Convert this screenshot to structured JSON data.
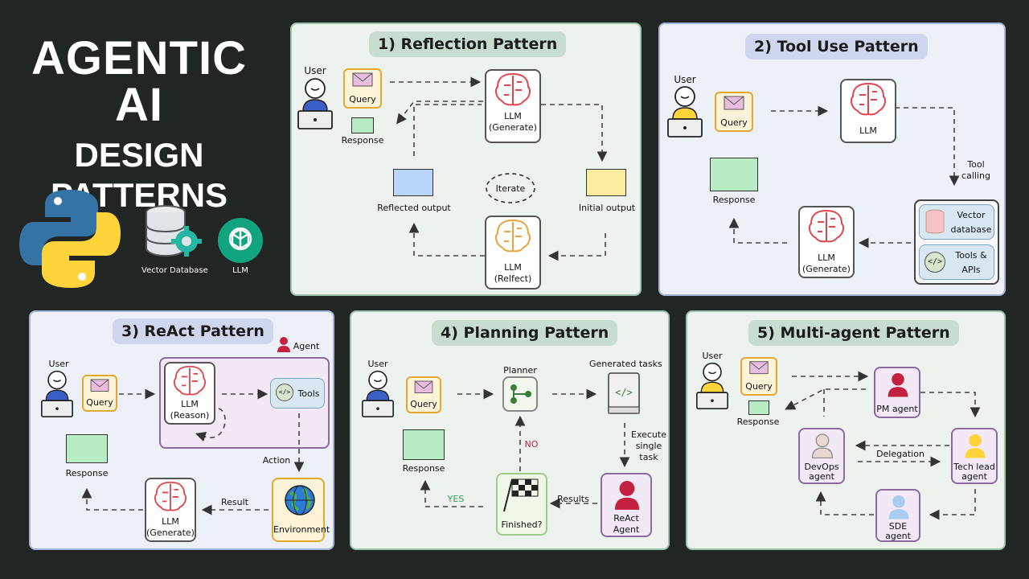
{
  "header": {
    "title_line1": "AGENTIC AI",
    "title_line2": "DESIGN",
    "title_line3": "PATTERNS"
  },
  "logos": {
    "vector_db_label": "Vector Database",
    "llm_label": "LLM"
  },
  "colors": {
    "background": "#212624",
    "llm_red": "#e0454b",
    "llm_orange": "#e8a33a",
    "query_border": "#e2a830",
    "agent_crimson": "#c2223f",
    "python_blue": "#3673a5",
    "python_yellow": "#ffd43b",
    "openai_green": "#12a37f"
  },
  "p1": {
    "title": "1) Reflection Pattern",
    "user": "User",
    "query": "Query",
    "response": "Response",
    "llm_gen": "LLM\n(Generate)",
    "llm_gen_a": "LLM",
    "llm_gen_b": "(Generate)",
    "iterate": "Iterate",
    "reflected_output": "Reflected output",
    "initial_output": "Initial output",
    "llm_ref_a": "LLM",
    "llm_ref_b": "(Relfect)"
  },
  "p2": {
    "title": "2) Tool Use Pattern",
    "user": "User",
    "query": "Query",
    "llm": "LLM",
    "tool_calling_a": "Tool",
    "tool_calling_b": "calling",
    "response": "Response",
    "llm_gen_a": "LLM",
    "llm_gen_b": "(Generate)",
    "vector_db_a": "Vector",
    "vector_db_b": "database",
    "tools_a": "Tools &",
    "tools_b": "APIs"
  },
  "p3": {
    "title": "3) ReAct Pattern",
    "agent": "Agent",
    "user": "User",
    "query": "Query",
    "llm_a": "LLM",
    "llm_b": "(Reason)",
    "tools": "Tools",
    "action": "Action",
    "response": "Response",
    "result": "Result",
    "llm_gen_a": "LLM",
    "llm_gen_b": "(Generate)",
    "environment": "Environment"
  },
  "p4": {
    "title": "4) Planning Pattern",
    "user": "User",
    "query": "Query",
    "planner": "Planner",
    "generated_tasks": "Generated tasks",
    "execute_a": "Execute",
    "execute_b": "single",
    "execute_c": "task",
    "response": "Response",
    "no": "NO",
    "yes": "YES",
    "results": "Results",
    "finished": "Finished?",
    "react_a": "ReAct",
    "react_b": "Agent"
  },
  "p5": {
    "title": "5) Multi-agent Pattern",
    "user": "User",
    "query": "Query",
    "response": "Response",
    "pm_agent": "PM agent",
    "delegation": "Delegation",
    "devops_a": "DevOps",
    "devops_b": "agent",
    "techlead_a": "Tech lead",
    "techlead_b": "agent",
    "sde_a": "SDE",
    "sde_b": "agent"
  }
}
